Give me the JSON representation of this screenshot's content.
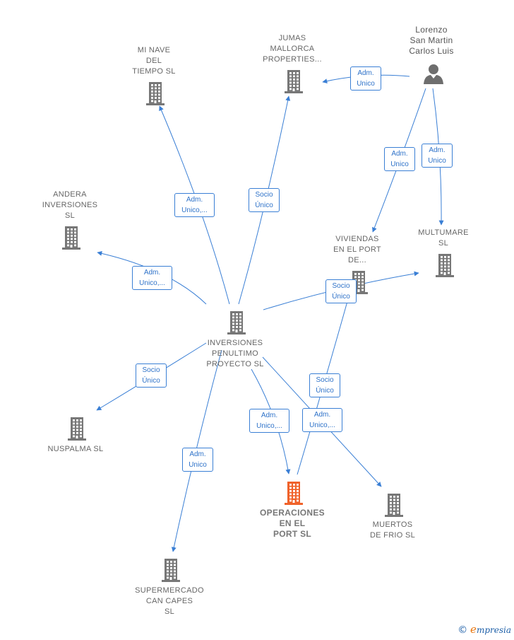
{
  "colors": {
    "edge": "#3a7fd5",
    "company": "#777777",
    "focus": "#f0622a",
    "person": "#6e6e6e"
  },
  "nodes": {
    "inversiones": {
      "label": "INVERSIONES\nPENULTIMO\nPROYECTO SL",
      "icon": "building-icon"
    },
    "minave": {
      "label": "MI NAVE\nDEL\nTIEMPO SL",
      "icon": "building-icon"
    },
    "jumas": {
      "label": "JUMAS\nMALLORCA\nPROPERTIES...",
      "icon": "building-icon"
    },
    "lorenzo": {
      "label": "Lorenzo\nSan Martin\nCarlos Luis",
      "icon": "person-icon"
    },
    "andera": {
      "label": "ANDERA\nINVERSIONES\nSL",
      "icon": "building-icon"
    },
    "viviendas": {
      "label": "VIVIENDAS\nEN EL PORT\nDE...",
      "icon": "building-icon"
    },
    "multumare": {
      "label": "MULTUMARE\nSL",
      "icon": "building-icon"
    },
    "nuspalma": {
      "label": "NUSPALMA  SL",
      "icon": "building-icon"
    },
    "operaciones": {
      "label": "OPERACIONES\nEN EL\nPORT  SL",
      "icon": "building-icon"
    },
    "muertos": {
      "label": "MUERTOS\nDE FRIO  SL",
      "icon": "building-icon"
    },
    "supermercado": {
      "label": "SUPERMERCADO\nCAN CAPES\nSL",
      "icon": "building-icon"
    }
  },
  "edges": {
    "e1": "Adm.\nUnico,...",
    "e2": "Socio\nÚnico",
    "e3": "Adm.\nUnico",
    "e4": "Adm.\nUnico",
    "e5": "Adm.\nUnico",
    "e6": "Adm.\nUnico,...",
    "e7": "Socio\nÚnico",
    "e8": "Socio\nÚnico",
    "e9": "Adm.\nUnico",
    "e10": "Adm.\nUnico,...",
    "e11": "Adm.\nUnico,...",
    "e12": "Socio\nÚnico"
  },
  "brand": {
    "copyright": "©",
    "initial": "e",
    "rest": "mpresia"
  }
}
